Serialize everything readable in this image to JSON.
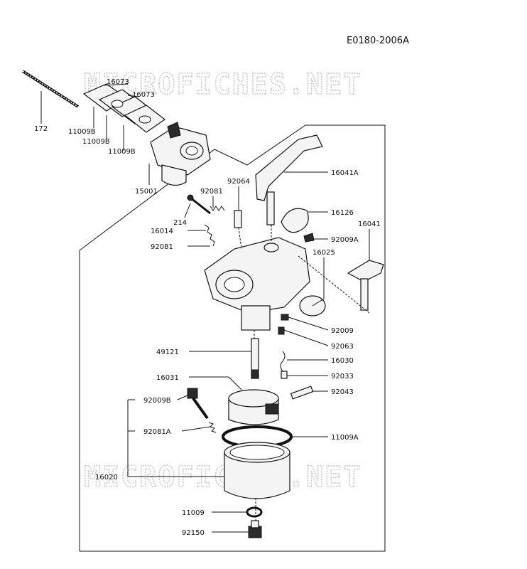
{
  "diagram": {
    "code": "E0180-2006A",
    "watermark": "MICROFICHES.NET",
    "parts": {
      "p172": "172",
      "p16073a": "16073",
      "p16073b": "16073",
      "p11009b_1": "11009B",
      "p11009b_2": "11009B",
      "p11009b_3": "11009B",
      "p15001": "15001",
      "p92081_top": "92081",
      "p92064": "92064",
      "p214": "214",
      "p16014": "16014",
      "p92081_mid": "92081",
      "p16041a": "16041A",
      "p16126": "16126",
      "p92009a": "92009A",
      "p16041": "16041",
      "p16025": "16025",
      "p92009": "92009",
      "p92063": "92063",
      "p49121": "49121",
      "p16030": "16030",
      "p92033": "92033",
      "p16031": "16031",
      "p92043": "92043",
      "p92009b": "92009B",
      "p92081a": "92081A",
      "p11009a": "11009A",
      "p16020": "16020",
      "p11009": "11009",
      "p92150": "92150"
    }
  }
}
